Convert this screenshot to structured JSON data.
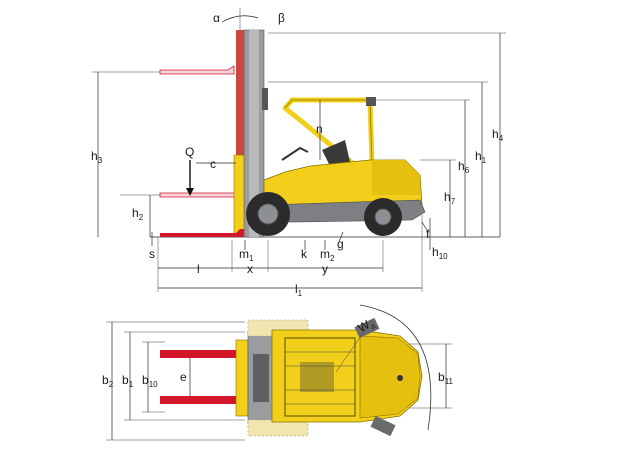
{
  "diagram": {
    "side_view_labels": {
      "alpha": "α",
      "beta": "β",
      "h4": "h",
      "h4_sub": "4",
      "h1": "h",
      "h1_sub": "1",
      "h6": "h",
      "h6_sub": "6",
      "h7": "h",
      "h7_sub": "7",
      "h3": "h",
      "h3_sub": "3",
      "h2": "h",
      "h2_sub": "2",
      "h10": "h",
      "h10_sub": "10",
      "n": "n",
      "Q": "Q",
      "c": "c",
      "s": "s",
      "m1": "m",
      "m1_sub": "1",
      "m2": "m",
      "m2_sub": "2",
      "k": "k",
      "g": "g",
      "f": "f",
      "l": "l",
      "x": "x",
      "y": "y",
      "l1": "l",
      "l1_sub": "1"
    },
    "top_view_labels": {
      "b2": "b",
      "b2_sub": "2",
      "b1": "b",
      "b1_sub": "1",
      "b10": "b",
      "b10_sub": "10",
      "b11": "b",
      "b11_sub": "11",
      "e": "e",
      "wa": "W",
      "wa_sub": "a"
    },
    "colors": {
      "body_yellow": "#f2cf1a",
      "body_yellow_dark": "#c9a60e",
      "fork_red": "#d4162a",
      "chassis_gray": "#7d7f83",
      "mast_gray": "#9a9ca0",
      "tire_dark": "#2b2b2b",
      "line": "#2a2a2a"
    }
  }
}
